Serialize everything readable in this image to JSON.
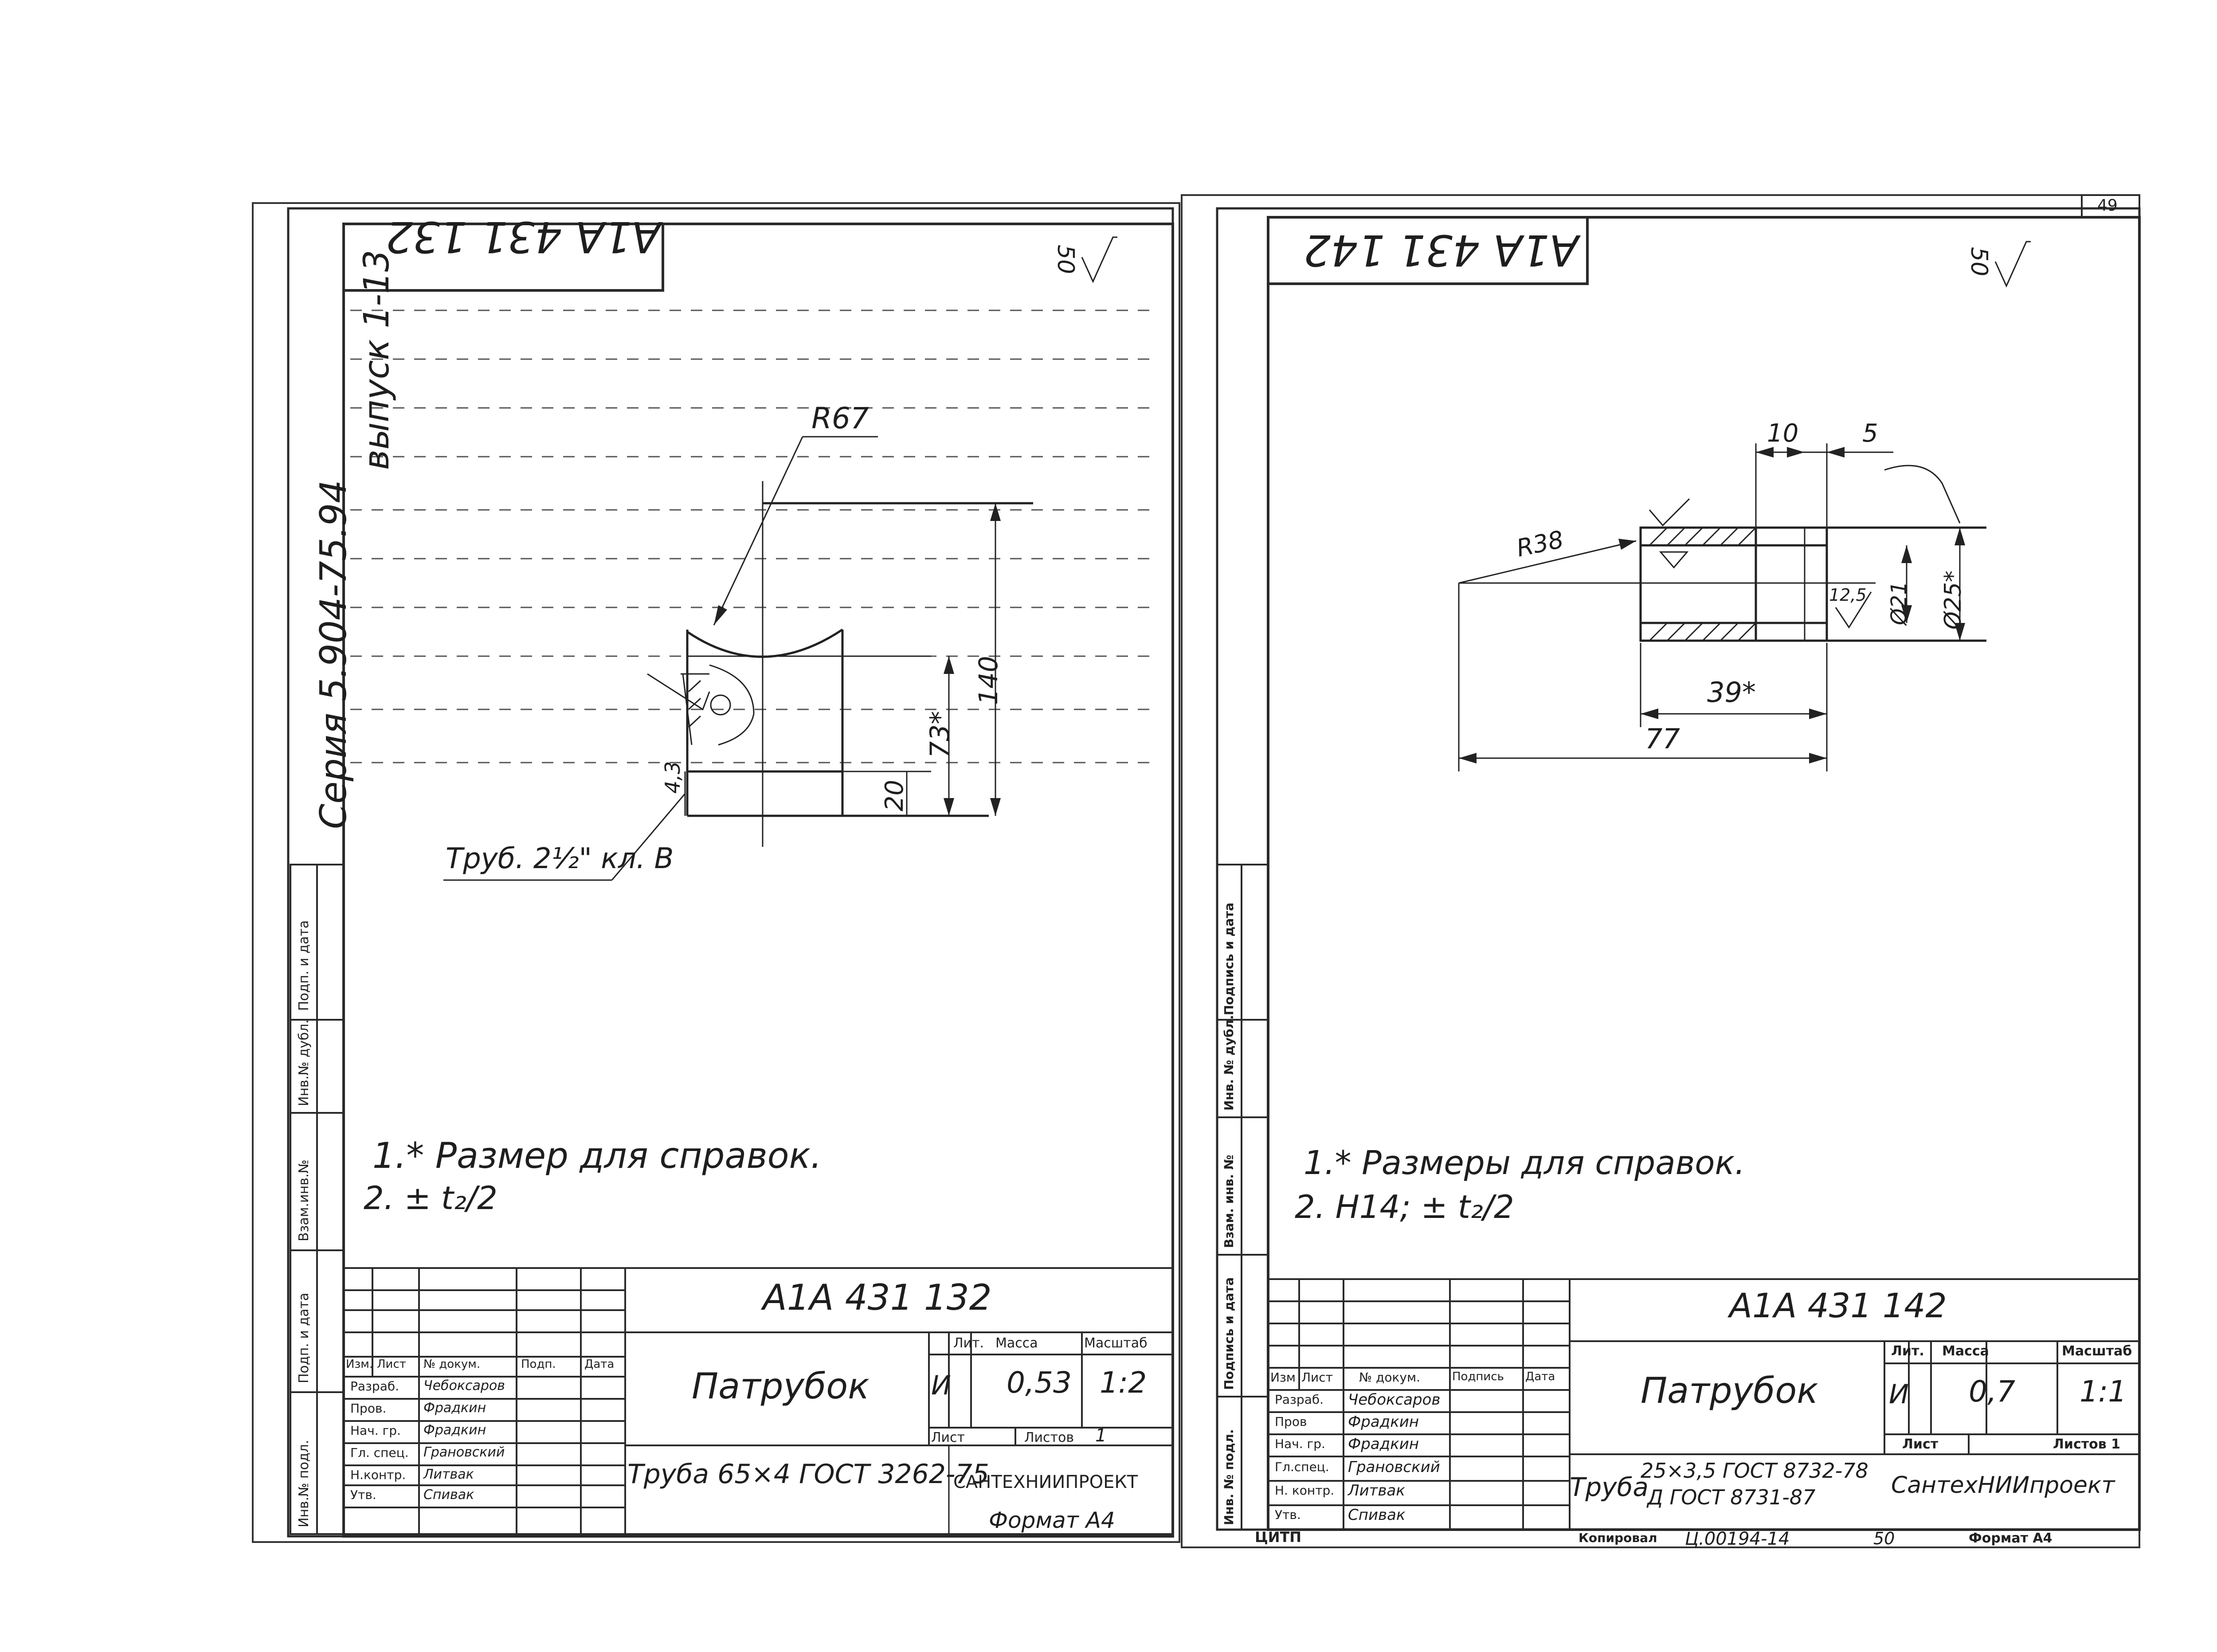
{
  "left": {
    "code_top": "А1А 431 132",
    "roughness": "50",
    "series": "Серия 5.904-75.94",
    "issue": "выпуск 1-13",
    "dim_r": "R67",
    "dim_140": "140",
    "dim_73": "73*",
    "dim_20": "20",
    "dim_4": "4,3",
    "pipe_note": "Труб. 2½\" кл. В",
    "notes": [
      "1.* Размер для справок.",
      "2. ± t₂/2"
    ],
    "margin_labels": [
      "Подп. и дата",
      "Инв.№ дубл.",
      "Взам.инв.№",
      "Подп. и дата",
      "Инв.№ подл."
    ],
    "title_code": "А1А 431 132",
    "title_name": "Патрубок",
    "material": "Труба 65×4 ГОСТ 3262-75",
    "org": "САНТЕХНИИПРОЕКТ",
    "lit_h": "Лит.",
    "mass_h": "Масса",
    "scale_h": "Масштаб",
    "lit": "И",
    "mass": "0,53",
    "scale": "1:2",
    "sheet_h": "Лист",
    "sheets_h": "Листов",
    "sheets": "1",
    "hdr": [
      "Изм.",
      "Лист",
      "№ докум.",
      "Подп.",
      "Дата"
    ],
    "roles": [
      "Разраб.",
      "Пров.",
      "Нач. гр.",
      "Гл. спец.",
      "Н.контр.",
      "Утв."
    ],
    "names": [
      "Чебоксаров",
      "Фрадкин",
      "Фрадкин",
      "Грановский",
      "Литвак",
      "Спивак"
    ],
    "format": "Формат А4"
  },
  "right": {
    "code_top": "А1А 431 142",
    "roughness": "50",
    "page_no": "49",
    "dim_10": "10",
    "dim_5": "5",
    "dim_r": "R38",
    "dim_125": "12,5",
    "dim_d21": "Ø21",
    "dim_d25": "Ø25*",
    "dim_39": "39*",
    "dim_77": "77",
    "notes": [
      "1.* Размеры для справок.",
      "2. Н14; ± t₂/2"
    ],
    "margin_labels": [
      "Подпись и дата",
      "Инв. № дубл.",
      "Взам. инв. №",
      "Подпись и дата",
      "Инв. № подл."
    ],
    "title_code": "А1А 431 142",
    "title_name": "Патрубок",
    "material_1": "25×3,5 ГОСТ 8732-78",
    "material_2": "Д ГОСТ 8731-87",
    "material_prefix": "Труба",
    "org": "СантехНИИпроект",
    "lit_h": "Лит.",
    "mass_h": "Масса",
    "scale_h": "Масштаб",
    "lit": "И",
    "mass": "0,7",
    "scale": "1:1",
    "sheet_h": "Лист",
    "sheets_h": "Листов 1",
    "hdr": [
      "Изм",
      "Лист",
      "№ докум.",
      "Подпись",
      "Дата"
    ],
    "roles": [
      "Разраб.",
      "Пров",
      "Нач. гр.",
      "Гл.спец.",
      "Н. контр.",
      "Утв."
    ],
    "names": [
      "Чебоксаров",
      "Фрадкин",
      "Фрадкин",
      "Грановский",
      "Литвак",
      "Спивак"
    ],
    "footer_org": "ЦИТП",
    "copied": "Копировал",
    "stamp": "Ц.00194-14",
    "num50": "50",
    "format": "Формат А4"
  }
}
